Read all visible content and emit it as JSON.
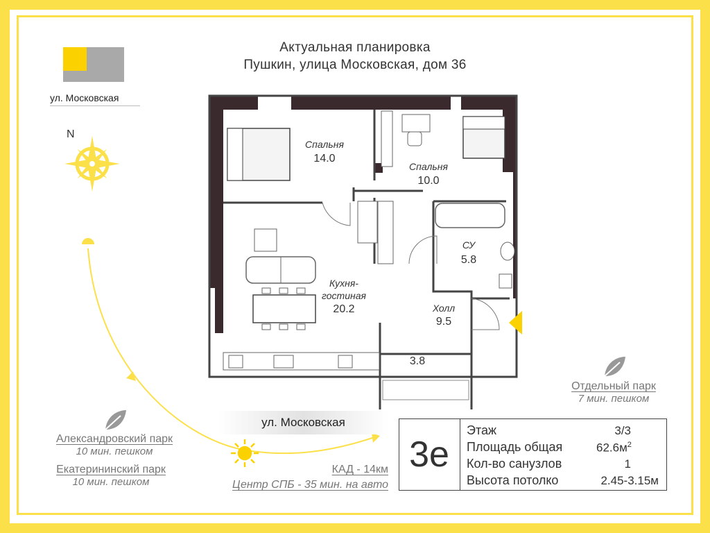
{
  "title": {
    "line1": "Актуальная планировка",
    "line2": "Пушкин, улица Московская, дом 36"
  },
  "colors": {
    "accent": "#fbe04a",
    "wall": "#3a2a2e",
    "text": "#333333"
  },
  "street_top": "ул. Московская",
  "compass_label": "N",
  "rooms": [
    {
      "name": "Спальня",
      "area": "14.0"
    },
    {
      "name": "Спальня",
      "area": "10.0"
    },
    {
      "name": "СУ",
      "area": "5.8"
    },
    {
      "name": "Кухня-\nгостиная",
      "area": "20.2"
    },
    {
      "name": "Холл",
      "area": "9.5"
    },
    {
      "name": "",
      "area": "3.8"
    }
  ],
  "room_names": {
    "bedroom1": "Спальня",
    "bedroom2": "Спальня",
    "bath": "СУ",
    "kitchen1": "Кухня-",
    "kitchen2": "гостиная",
    "hall": "Холл"
  },
  "room_areas": {
    "bedroom1": "14.0",
    "bedroom2": "10.0",
    "bath": "5.8",
    "kitchen": "20.2",
    "hall": "9.5",
    "balcony": "3.8"
  },
  "street_bottom": "ул. Московская",
  "parks": {
    "separate": {
      "name": "Отдельный парк",
      "time": "7 мин. пешком"
    },
    "alexandrovsky": {
      "name": "Александровский парк",
      "time": "10 мин. пешком"
    },
    "ekaterininsky": {
      "name": "Екатерининский парк",
      "time": "10 мин. пешком"
    }
  },
  "distances": {
    "kad": "КАД - 14км",
    "center": "Центр СПБ - 35 мин. на авто"
  },
  "info": {
    "type": "3е",
    "floor_label": "Этаж",
    "floor_value": "3/3",
    "area_label": "Площадь общая",
    "area_value": "62.6м",
    "area_sup": "2",
    "bath_label": "Кол-во санузлов",
    "bath_value": "1",
    "ceiling_label": "Высота потолко",
    "ceiling_value": "2.45-3.15м"
  }
}
